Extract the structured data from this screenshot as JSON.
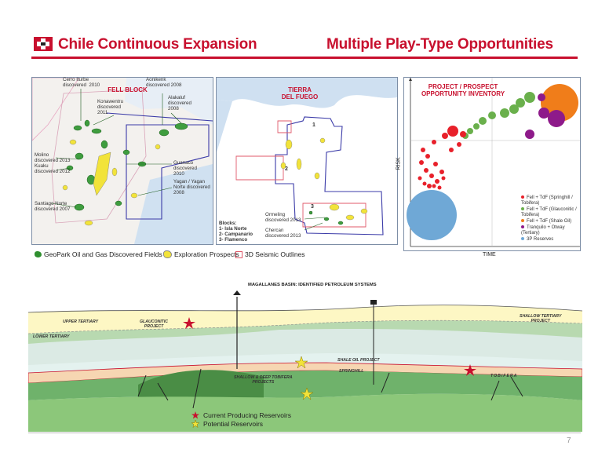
{
  "header": {
    "left_title": "Chile Continuous Expansion",
    "right_title": "Multiple Play-Type Opportunities",
    "logo_icon": "geopark-logo-icon",
    "accent_color": "#c8102e"
  },
  "fell_map": {
    "heading": "FELL BLOCK",
    "labels": {
      "cerro_iturbe": "Cerro Iturbe\ndiscovered  2010",
      "aonikenk": "Aonikenk\ndiscovered 2008",
      "konawentru": "Konawentru\ndiscovered\n2011",
      "alakaluf": "Alakaluf\ndiscovered\n2008",
      "molino": "Molino\ndiscovered 2013",
      "kuaku": "Kuaku\ndiscovered 2012",
      "guanaco": "Guanaco\ndiscovered\n2010",
      "yagan": "Yagan / Yagan\nNorte discovered\n2008",
      "santiago": "Santiago Norte\ndiscovered 2007"
    }
  },
  "tdf_map": {
    "heading": "TIERRA\nDEL FUEGO",
    "block_numbers": [
      "1",
      "2",
      "3"
    ],
    "blocks_title": "Blocks:",
    "blocks": [
      "1- Isla Norte",
      "2- Campanario",
      "3- Flamenco"
    ],
    "ormeling": "Ormeling\ndiscovered 2013",
    "chercan": "Chercan\ndiscovered 2013"
  },
  "inventory": {
    "heading": "PROJECT / PROSPECT\nOPPORTUNITY INVENTORY",
    "y_axis": "RISK",
    "x_axis": "TIME",
    "legend": [
      {
        "label": "Fell + TdF (Springhill /\nTobifera)",
        "color": "#e8202a"
      },
      {
        "label": "Fell + TdF (Glauconitic /\nTobifera)",
        "color": "#6ab04c"
      },
      {
        "label": "Fell + TdF (Shale Oil)",
        "color": "#f07d1a"
      },
      {
        "label": "Tranquilo + Otway\n(Tertiary)",
        "color": "#8e1a8a"
      },
      {
        "label": "3P Reserves",
        "color": "#6fa8d6"
      }
    ]
  },
  "map_legend": [
    {
      "label": "GeoPark Oil and Gas Discovered Fields",
      "icon": "green-field-icon",
      "color": "#2f8f2f"
    },
    {
      "label": "Exploration Prospects",
      "icon": "yellow-prospect-icon",
      "color": "#f2e33a"
    },
    {
      "label": "3D Seismic Outlines",
      "icon": "seismic-outline-icon",
      "color": "#e05a6a"
    }
  ],
  "cross_section": {
    "title": "MAGALLANES BASIN: IDENTIFIED PETROLEUM SYSTEMS",
    "labels": {
      "upper_tertiary": "UPPER TERTIARY",
      "lower_tertiary": "LOWER TERTIARY",
      "glauconitic": "GLAUCONITIC\nPROJECT",
      "shallow_tertiary": "SHALLOW TERTIARY\nPROJECT",
      "shale_oil": "SHALE OIL PROJECT",
      "springhill": "SPRINGHILL",
      "tobifera": "TOBIFERA",
      "shallow_deep": "SHALLOW & DEEP TOBIFERA\nPROJECTS"
    },
    "legend": [
      {
        "label": "Current Producing Reservoirs",
        "icon": "red-star-icon",
        "color": "#c8102e"
      },
      {
        "label": "Potential Reservoirs",
        "icon": "yellow-star-icon",
        "color": "#f2e33a"
      }
    ]
  },
  "footer": {
    "page_number": "7"
  }
}
